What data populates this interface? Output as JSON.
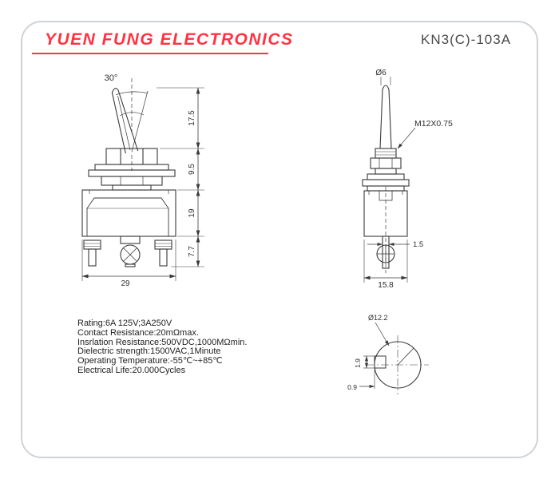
{
  "header": {
    "company": "YUEN FUNG ELECTRONICS",
    "part_number": "KN3(C)-103A",
    "accent_color": "#ff3340"
  },
  "front_view": {
    "angle_label": "30°",
    "dim_lever_height": "17.5",
    "dim_bushing_height": "9.5",
    "dim_body_height": "19",
    "dim_terminal_height": "7.7",
    "dim_body_width": "29"
  },
  "side_view": {
    "dim_tip_diameter": "Ø6",
    "thread_spec": "M12X0.75",
    "dim_terminal_thickness": "1.5",
    "dim_body_width": "15.8"
  },
  "detail_view": {
    "dim_diameter": "Ø12.2",
    "dim_keyway_height": "1.9",
    "dim_keyway_offset": "0.9"
  },
  "specs": {
    "lines": [
      "Rating:6A 125V;3A250V",
      "Contact Resistance:20mΩmax.",
      "Insrlation Resistance:500VDC,1000MΩmin.",
      "Dielectric strength:1500VAC,1Minute",
      "Operating Temperature:-55℃~+85℃",
      "Electrical Life:20.000Cycles"
    ]
  }
}
